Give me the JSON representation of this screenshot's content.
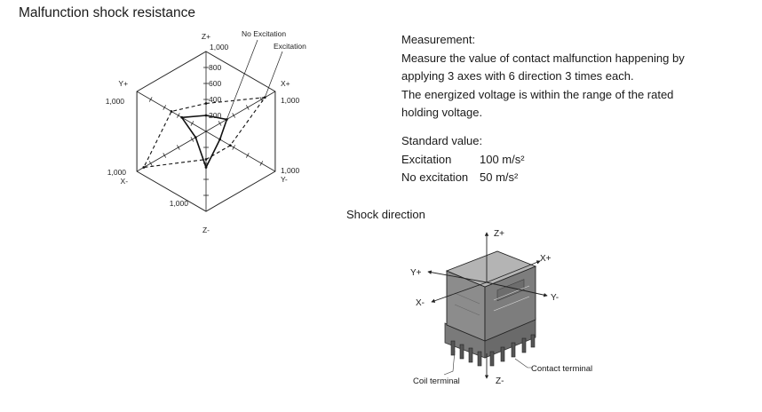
{
  "title": "Malfunction shock resistance",
  "radar": {
    "legend": {
      "no_excitation": "No Excitation",
      "excitation": "Excitation"
    },
    "axis_labels": {
      "z_plus": "Z+",
      "z_minus": "Z-",
      "y_plus": "Y+",
      "y_minus": "Y-",
      "x_plus": "X+",
      "x_minus": "X-"
    },
    "max_labels": {
      "z_plus": "1,000",
      "y_plus": "1,000",
      "x_plus": "1,000",
      "y_minus": "1,000",
      "x_minus": "1,000",
      "z_minus": "1,000"
    },
    "ticks": [
      "800",
      "600",
      "400",
      "200"
    ]
  },
  "chart_data": {
    "type": "radar",
    "axes": [
      "Z+",
      "X+",
      "Y-",
      "Z-",
      "X-",
      "Y+"
    ],
    "max": 1000,
    "ticks": [
      200,
      400,
      600,
      800,
      1000
    ],
    "series": [
      {
        "name": "No Excitation",
        "values": [
          200,
          300,
          200,
          450,
          150,
          350
        ]
      },
      {
        "name": "Excitation",
        "values": [
          350,
          850,
          350,
          350,
          900,
          500
        ]
      }
    ]
  },
  "measurement": {
    "heading": "Measurement:",
    "line1": "Measure the value of contact malfunction happening by",
    "line2": "applying 3 axes with 6 direction 3 times each.",
    "line3": "The energized voltage is within the range of the rated",
    "line4": "holding voltage."
  },
  "standard": {
    "heading": "Standard value:",
    "excitation_label": "Excitation",
    "excitation_value": "100 m/s²",
    "no_excitation_label": "No excitation",
    "no_excitation_value": "50 m/s²"
  },
  "shock": {
    "heading": "Shock direction",
    "z_plus": "Z+",
    "z_minus": "Z-",
    "x_plus": "X+",
    "x_minus": "X-",
    "y_plus": "Y+",
    "y_minus": "Y-",
    "coil_terminal": "Coil terminal",
    "contact_terminal": "Contact terminal"
  }
}
